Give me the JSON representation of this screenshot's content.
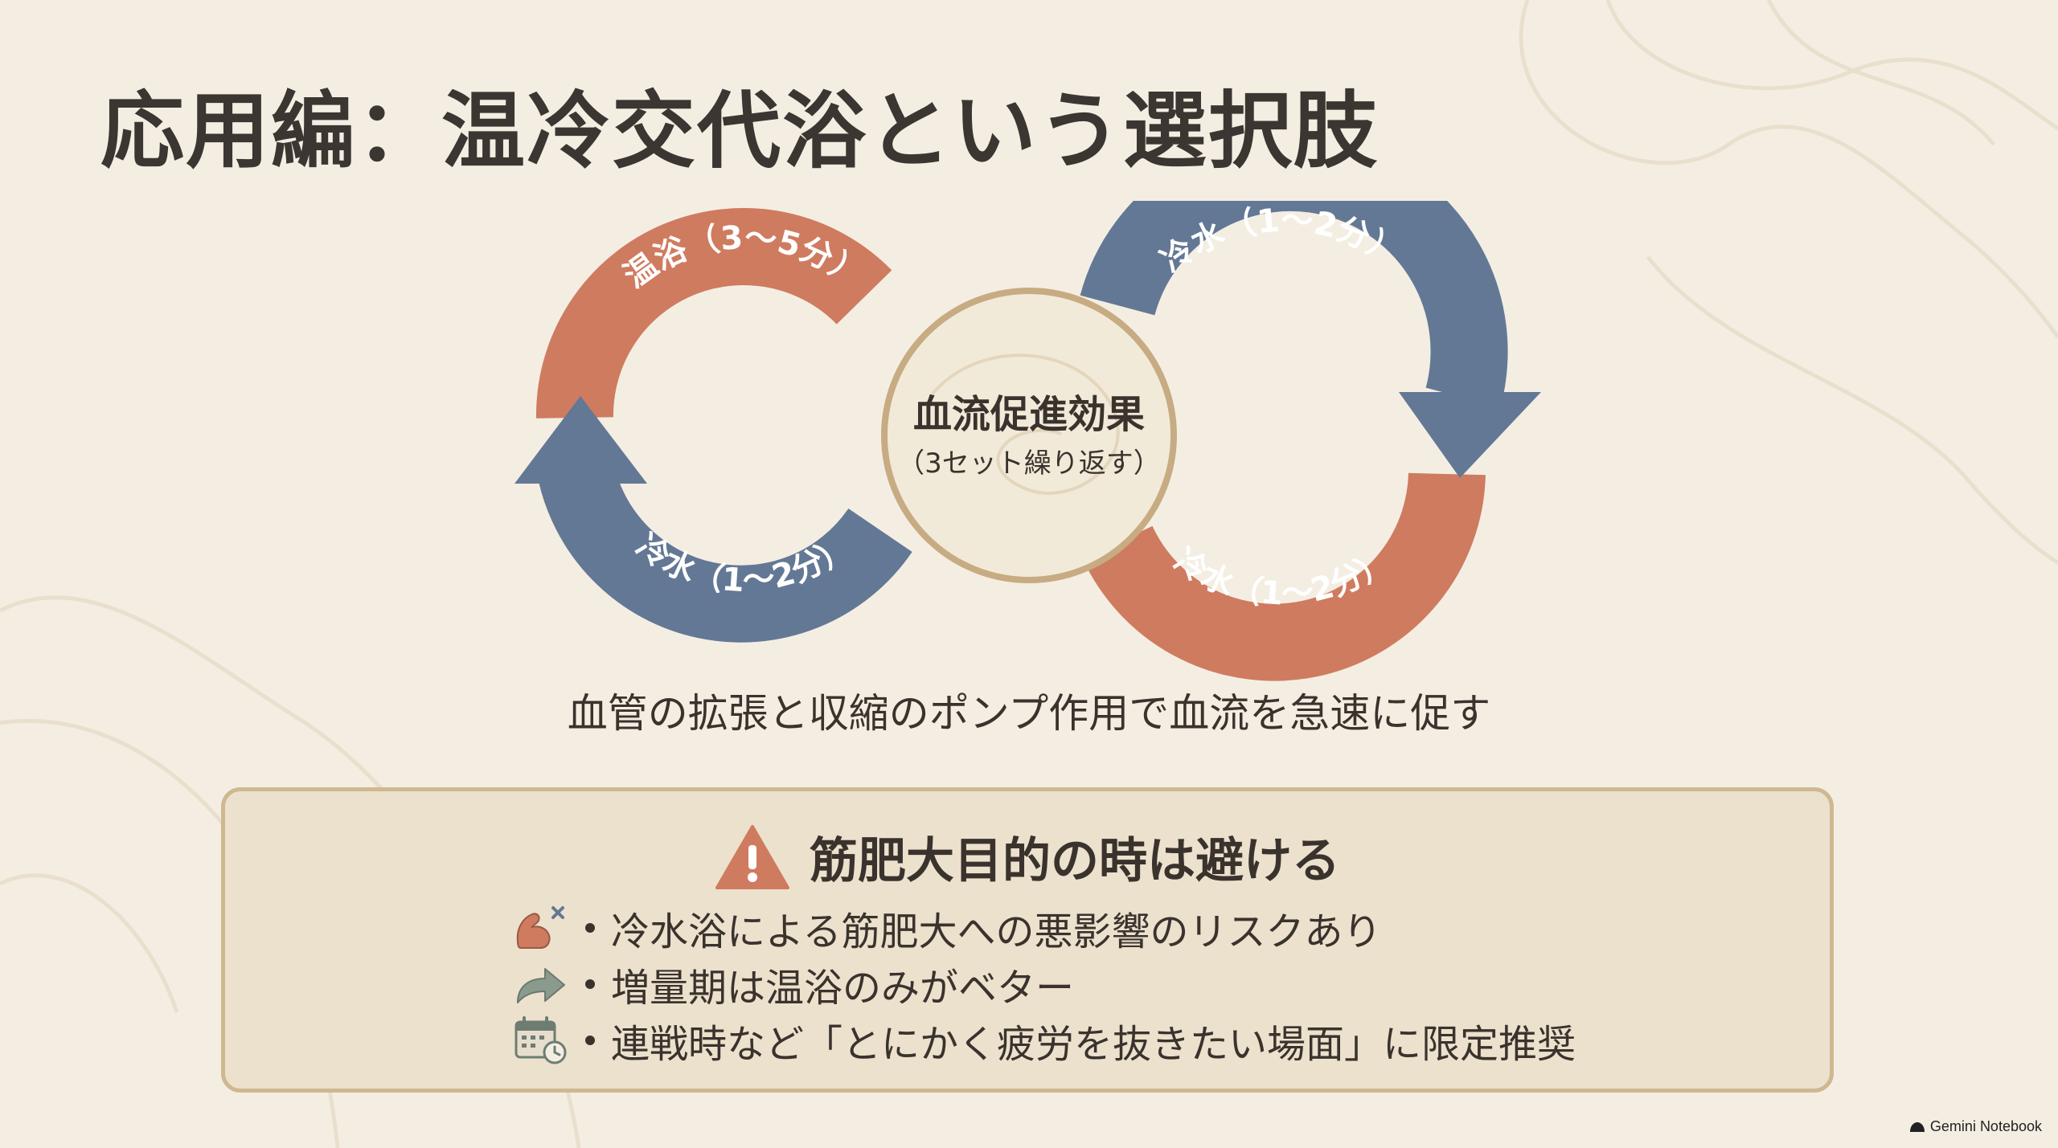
{
  "title": "応用編：温冷交代浴という選択肢",
  "cycle": {
    "center_title": "血流促進効果",
    "center_subtitle": "（3セット繰り返す）",
    "arcs": {
      "left_top": "温浴（3〜5分）",
      "left_bottom": "冷水（1〜2分）",
      "right_top": "冷水（1〜2分）",
      "right_bottom": "冷水（1〜2分）"
    },
    "colors": {
      "warm": "#cf7b60",
      "cold": "#637895",
      "center_border": "#c7ab83"
    }
  },
  "caption": "血管の拡張と収縮のポンプ作用で血流を急速に促す",
  "warning": {
    "title": "筋肥大目的の時は避ける",
    "icon": "warning-triangle-icon",
    "items": [
      {
        "icon": "muscle-cross-icon",
        "text": "冷水浴による筋肥大への悪影響のリスクあり"
      },
      {
        "icon": "forward-arrow-icon",
        "text": "増量期は温浴のみがベター"
      },
      {
        "icon": "calendar-clock-icon",
        "text": "連戦時など「とにかく疲労を抜きたい場面」に限定推奨"
      }
    ]
  },
  "watermark": "Gemini Notebook"
}
